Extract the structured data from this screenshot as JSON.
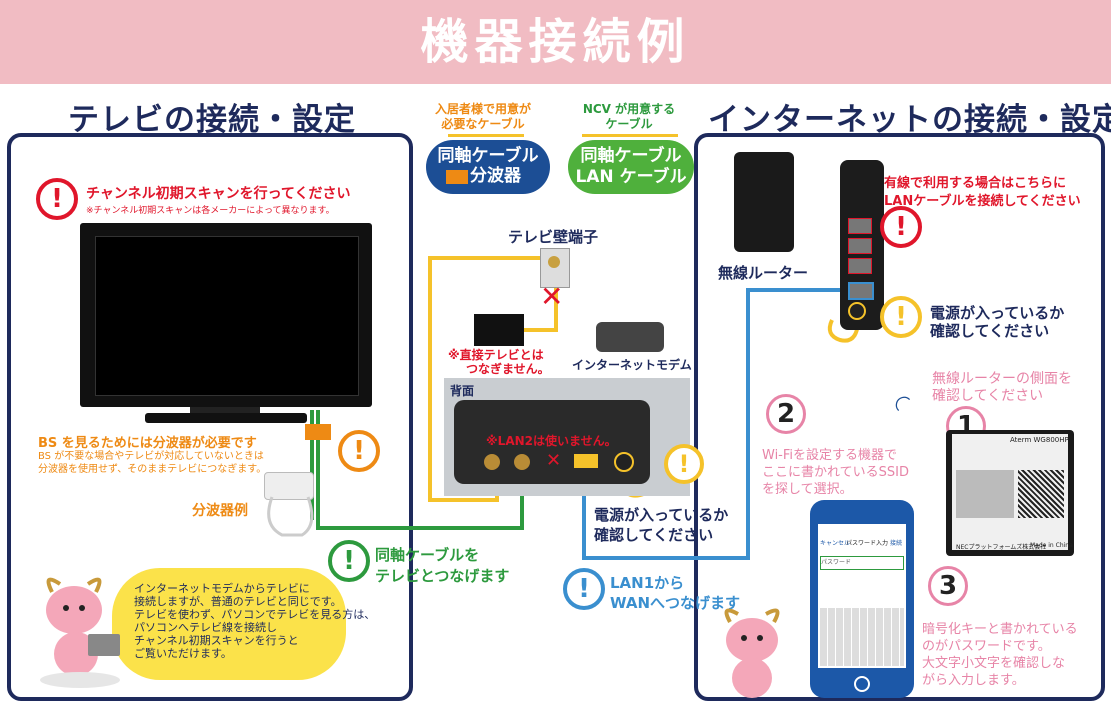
{
  "banner": {
    "title": "機器接続例"
  },
  "tv_section": {
    "title": "テレビの接続・設定",
    "scan_title": "チャンネル初期スキャンを行ってください",
    "scan_note": "※チャンネル初期スキャンは各メーカーによって異なります。",
    "bs_title": "BS を見るためには分波器が必要です",
    "bs_note_1": "BS が不要な場合やテレビが対応していないときは",
    "bs_note_2": "分波器を使用せず、そのままテレビにつなぎます。",
    "splitter_example": "分波器例",
    "coax_hint_1": "同軸ケーブルを",
    "coax_hint_2": "テレビとつなげます",
    "bubble_lines": [
      "インターネットモデムからテレビに",
      "接続しますが、普通のテレビと同じです。",
      "テレビを使わず、パソコンでテレビを見る方は、",
      "パソコンへテレビ線を接続し",
      "チャンネル初期スキャンを行うと",
      "ご覧いただけます。"
    ]
  },
  "legend": {
    "resident_title_1": "入居者様で用意が",
    "resident_title_2": "必要なケーブル",
    "resident_item_1": "同軸ケーブル",
    "resident_item_2": "分波器",
    "ncv_title_1": "NCV が用意する",
    "ncv_title_2": "ケーブル",
    "ncv_item_1": "同軸ケーブル",
    "ncv_item_2": "LAN ケーブル"
  },
  "middle": {
    "wall_outlet": "テレビ壁端子",
    "no_direct_1": "※直接テレビとは",
    "no_direct_2": "つなぎません。",
    "modem_label": "インターネットモデム",
    "back_label": "背面",
    "lan2_note": "※LAN2は使いません。",
    "power_check_1": "電源が入っているか",
    "power_check_2": "確認してください",
    "lan_hint_1": "LAN1から",
    "lan_hint_2": "WANへつなげます"
  },
  "net_section": {
    "title": "インターネットの接続・設定",
    "router_label": "無線ルーター",
    "wired_note_1": "有線で利用する場合はこちらに",
    "wired_note_2": "LANケーブルを接続してください",
    "power_check_1": "電源が入っているか",
    "power_check_2": "確認してください",
    "side_note_1": "無線ルーターの側面を",
    "side_note_2": "確認してください",
    "step1": "1",
    "step2": "2",
    "step3": "3",
    "step2_text_1": "Wi-Fiを設定する機器で",
    "step2_text_2": "ここに書かれているSSID",
    "step2_text_3": "を探して選択。",
    "step3_text_1": "暗号化キーと書かれている",
    "step3_text_2": "のがパスワードです。",
    "step3_text_3": "大文字小文字を確認しな",
    "step3_text_4": "がら入力します。",
    "label_model": "Aterm WG800HP",
    "label_footer": "NECプラットフォームズ株式会社",
    "label_made": "Made in China",
    "phone_header": "パスワード入力",
    "phone_cancel": "キャンセル",
    "phone_connect": "接続",
    "phone_field": "パスワード"
  },
  "colors": {
    "banner": "#f1bcc3",
    "navy": "#1e2a5c",
    "red": "#e0162b",
    "orange": "#ee8a14",
    "green": "#2d9a3e",
    "yellow": "#f5c22a",
    "blue": "#3a8fcf",
    "pink": "#e784a7"
  }
}
